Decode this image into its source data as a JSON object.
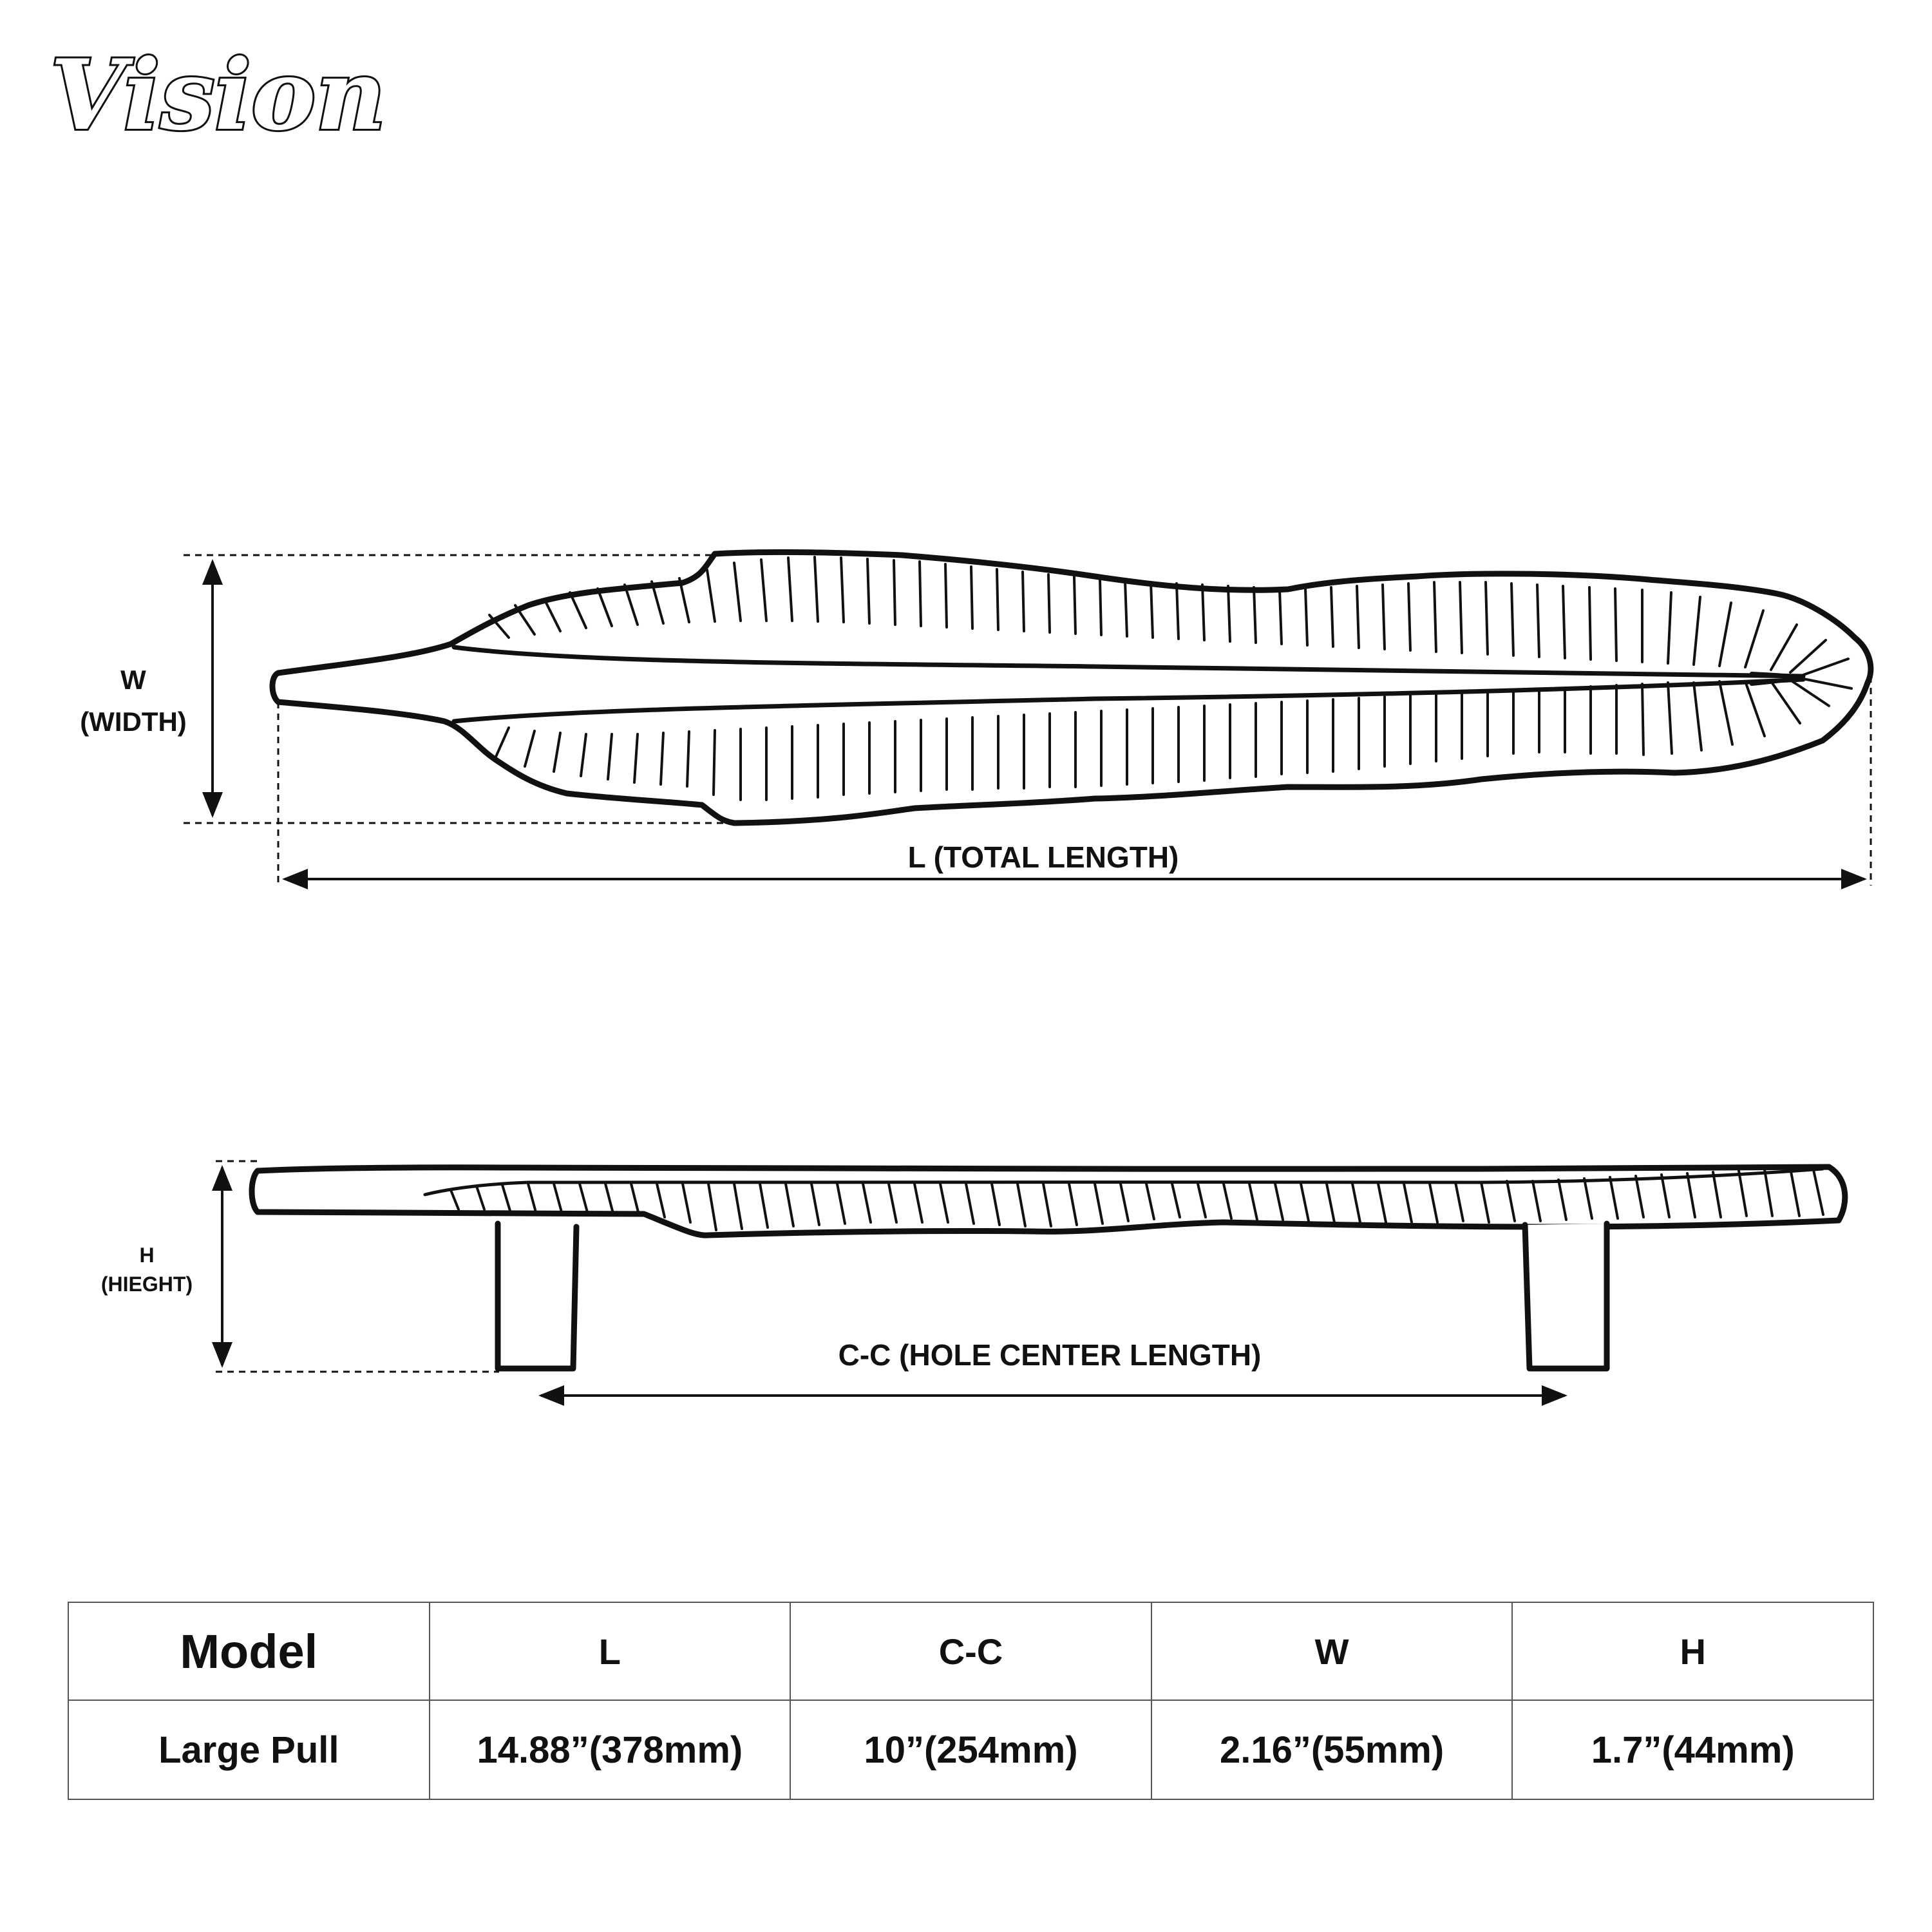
{
  "logo": {
    "text": "Vision"
  },
  "top_view": {
    "width_label_line1": "W",
    "width_label_line2": "(WIDTH)",
    "length_label": "L (TOTAL LENGTH)"
  },
  "side_view": {
    "height_label_line1": "H",
    "height_label_line2": "(HIEGHT)",
    "cc_label": "C-C (HOLE CENTER LENGTH)"
  },
  "spec_table": {
    "headers": [
      "Model",
      "L",
      "C-C",
      "W",
      "H"
    ],
    "rows": [
      [
        "Large Pull",
        "14.88”(378mm)",
        "10”(254mm)",
        "2.16”(55mm)",
        "1.7”(44mm)"
      ]
    ]
  },
  "colors": {
    "ink": "#111111",
    "table_border": "#555555",
    "background": "#ffffff"
  }
}
